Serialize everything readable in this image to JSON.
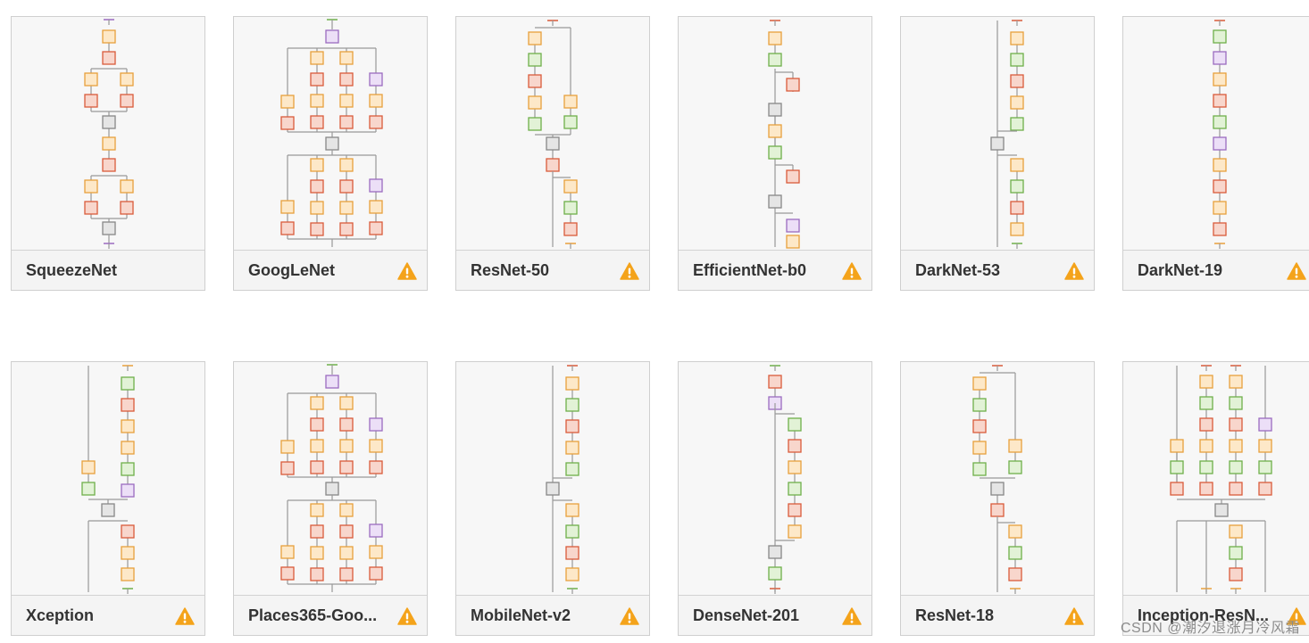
{
  "colors": {
    "orange": "#e8a03c",
    "orange_fill": "#fde8c8",
    "red": "#d95b3b",
    "red_fill": "#f8d6cc",
    "green": "#6fb04a",
    "green_fill": "#e2f2d6",
    "purple": "#9b6bc0",
    "purple_fill": "#ecdff7",
    "gray": "#888888",
    "gray_fill": "#e5e5e5",
    "warning": "#f4a31b"
  },
  "networks": [
    {
      "name": "SqueezeNet",
      "warning": false,
      "icon": "squeezenet-diagram-icon"
    },
    {
      "name": "GoogLeNet",
      "warning": true,
      "icon": "googlenet-diagram-icon"
    },
    {
      "name": "ResNet-50",
      "warning": true,
      "icon": "resnet50-diagram-icon"
    },
    {
      "name": "EfficientNet-b0",
      "warning": true,
      "icon": "efficientnet-b0-diagram-icon"
    },
    {
      "name": "DarkNet-53",
      "warning": true,
      "icon": "darknet53-diagram-icon"
    },
    {
      "name": "DarkNet-19",
      "warning": true,
      "icon": "darknet19-diagram-icon"
    },
    {
      "name": "Xception",
      "warning": true,
      "icon": "xception-diagram-icon"
    },
    {
      "name": "Places365-Goo...",
      "warning": true,
      "icon": "places365-googlenet-diagram-icon"
    },
    {
      "name": "MobileNet-v2",
      "warning": true,
      "icon": "mobilenet-v2-diagram-icon"
    },
    {
      "name": "DenseNet-201",
      "warning": true,
      "icon": "densenet201-diagram-icon"
    },
    {
      "name": "ResNet-18",
      "warning": true,
      "icon": "resnet18-diagram-icon"
    },
    {
      "name": "Inception-ResN...",
      "warning": true,
      "icon": "inception-resnet-diagram-icon"
    }
  ],
  "watermark": "CSDN @潮汐退涨月冷风霜"
}
